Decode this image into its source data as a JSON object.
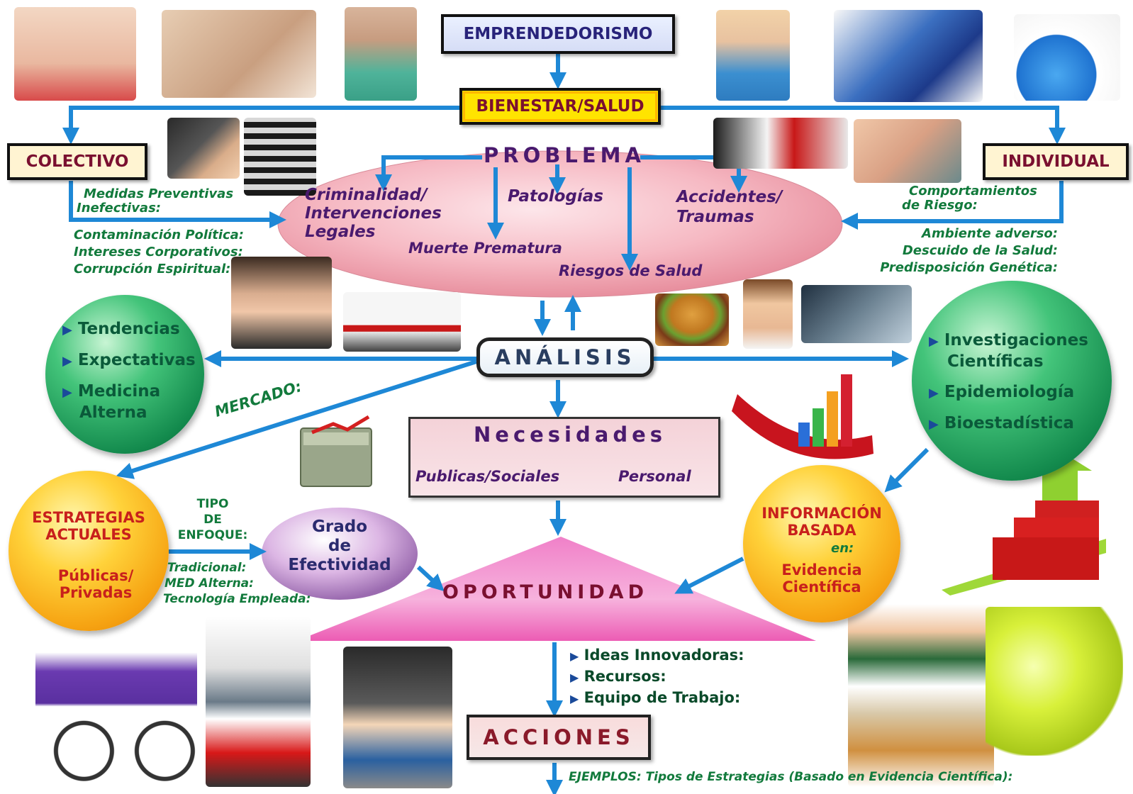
{
  "title": "EMPRENDEDORISMO",
  "bienestar": "BIENESTAR/SALUD",
  "colectivo": "COLECTIVO",
  "individual": "INDIVIDUAL",
  "problema": {
    "title": "PROBLEMA",
    "criminalidad": [
      "Criminalidad/",
      "Intervenciones",
      "Legales"
    ],
    "patologias": "Patologías",
    "accidentes": [
      "Accidentes/",
      "Traumas"
    ],
    "muerte": "Muerte Prematura",
    "riesgos": "Riesgos de Salud"
  },
  "left_notes": {
    "medidas": [
      "Medidas Preventivas",
      "Inefectivas:"
    ],
    "contaminacion": [
      "Contaminación Política:",
      "Intereses Corporativos:",
      "Corrupción Espiritual:"
    ]
  },
  "right_notes": {
    "comportamientos": [
      "Comportamientos",
      "de Riesgo:"
    ],
    "ambiente": [
      "Ambiente adverso:",
      "Descuido de la Salud:",
      "Predisposición Genética:"
    ]
  },
  "analisis": "ANÁLISIS",
  "left_sphere": [
    "Tendencias",
    "Expectativas",
    "Medicina",
    "Alterna"
  ],
  "right_sphere": [
    "Investigaciones",
    "Científicas",
    "Epidemiología",
    "Bioestadística"
  ],
  "mercado": "MERCADO:",
  "necesidades": {
    "title": "Necesidades",
    "publicas": "Publicas/Sociales",
    "personal": "Personal"
  },
  "estrategias": {
    "title": [
      "ESTRATEGIAS",
      "ACTUALES"
    ],
    "sub": [
      "Públicas/",
      "Privadas"
    ]
  },
  "tipo_enfoque": [
    "TIPO",
    "DE",
    "ENFOQUE:"
  ],
  "enfoque_list": [
    "Tradicional:",
    "MED Alterna:",
    "Tecnología Empleada:"
  ],
  "grado": [
    "Grado",
    "de",
    "Efectividad"
  ],
  "informacion": {
    "title": [
      "INFORMACIÓN",
      "BASADA"
    ],
    "en": "en:",
    "sub": [
      "Evidencia",
      "Científica"
    ]
  },
  "oportunidad": "OPORTUNIDAD",
  "resources": [
    "Ideas Innovadoras:",
    "Recursos:",
    "Equipo de Trabajo:"
  ],
  "acciones": "ACCIONES",
  "ejemplos": "EJEMPLOS: Tipos de Estrategias (Basado en Evidencia Científica):",
  "colors": {
    "arrow": "#1e88d6",
    "green_text": "#127a3c",
    "purple": "#4a1a6e",
    "maroon": "#7a1030",
    "orange_text": "#c8201c"
  }
}
